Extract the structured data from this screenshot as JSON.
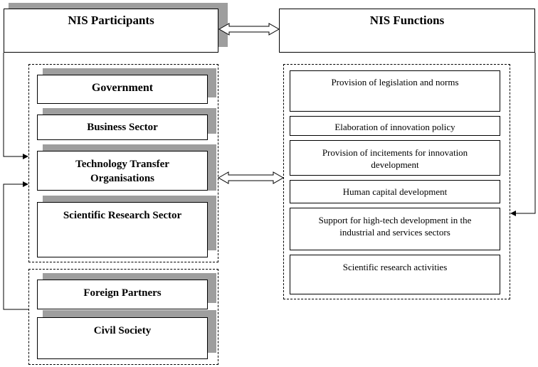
{
  "header": {
    "participants_title": "NIS Participants",
    "functions_title": "NIS Functions"
  },
  "participants": {
    "government": "Government",
    "business": "Business Sector",
    "technology_transfer_line1": "Technology Transfer",
    "technology_transfer_line2": "Organisations",
    "scientific_research": "Scientific Research Sector",
    "foreign_partners": "Foreign Partners",
    "civil_society": "Civil Society"
  },
  "functions": {
    "legislation": "Provision of legislation and norms",
    "policy": "Elaboration of innovation policy",
    "incitements_line1": "Provision of incitements for innovation",
    "incitements_line2": "development",
    "human_capital": "Human capital development",
    "hightech_line1": "Support for high-tech development in the",
    "hightech_line2": "industrial and services sectors",
    "research_activities": "Scientific research activities"
  },
  "colors": {
    "shadow": "#9e9e9e",
    "line": "#000000",
    "background": "#ffffff"
  }
}
